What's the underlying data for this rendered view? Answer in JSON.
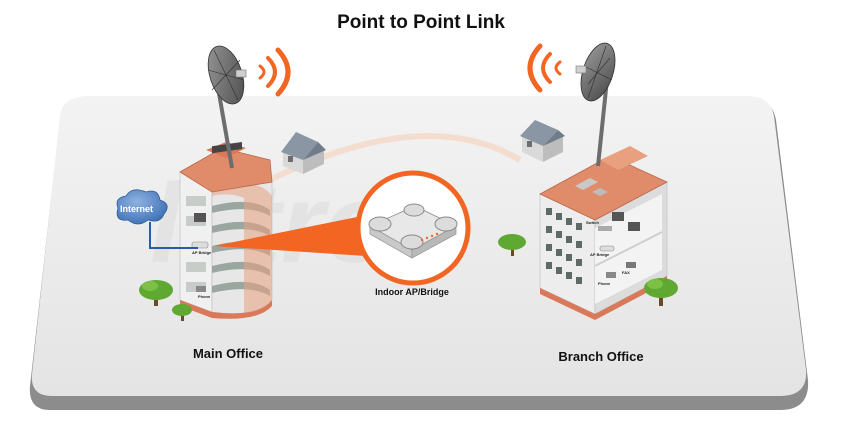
{
  "title": "Point to Point Link",
  "labels": {
    "main_office": "Main Office",
    "branch_office": "Branch Office",
    "indoor_ap": "Indoor AP/Bridge",
    "internet": "Internet",
    "main_ap_bridge": "AP Bridge",
    "main_phone": "Phone",
    "branch_switch": "Switch",
    "branch_ap_bridge": "AP Bridge",
    "branch_fax": "FAX",
    "branch_phone": "Phone"
  },
  "watermark": "letron",
  "colors": {
    "accent": "#f26522",
    "platform": "#eeeeee",
    "platform_edge": "#9a9a9a",
    "roof": "#e08c6a",
    "cable": "#2b5aa8"
  }
}
